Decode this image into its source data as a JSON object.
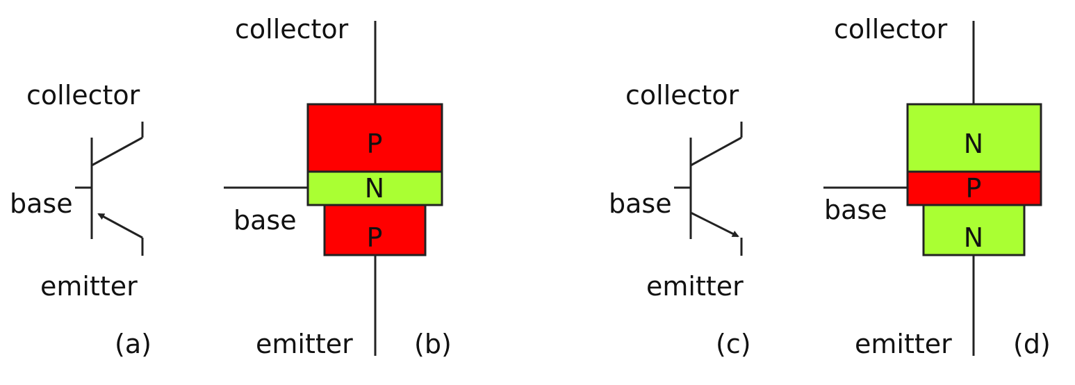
{
  "colors": {
    "p_region": "#ff0000",
    "n_region": "#aaff33",
    "wire": "#222222",
    "background": "#ffffff"
  },
  "panels": [
    {
      "id": "a",
      "caption": "(a)",
      "kind": "pnp-symbol",
      "labels": {
        "collector": "collector",
        "base": "base",
        "emitter": "emitter"
      }
    },
    {
      "id": "b",
      "caption": "(b)",
      "kind": "pnp-layers",
      "labels": {
        "collector": "collector",
        "base": "base",
        "emitter": "emitter"
      },
      "layers": [
        "P",
        "N",
        "P"
      ]
    },
    {
      "id": "c",
      "caption": "(c)",
      "kind": "npn-symbol",
      "labels": {
        "collector": "collector",
        "base": "base",
        "emitter": "emitter"
      }
    },
    {
      "id": "d",
      "caption": "(d)",
      "kind": "npn-layers",
      "labels": {
        "collector": "collector",
        "base": "base",
        "emitter": "emitter"
      },
      "layers": [
        "N",
        "P",
        "N"
      ]
    }
  ]
}
